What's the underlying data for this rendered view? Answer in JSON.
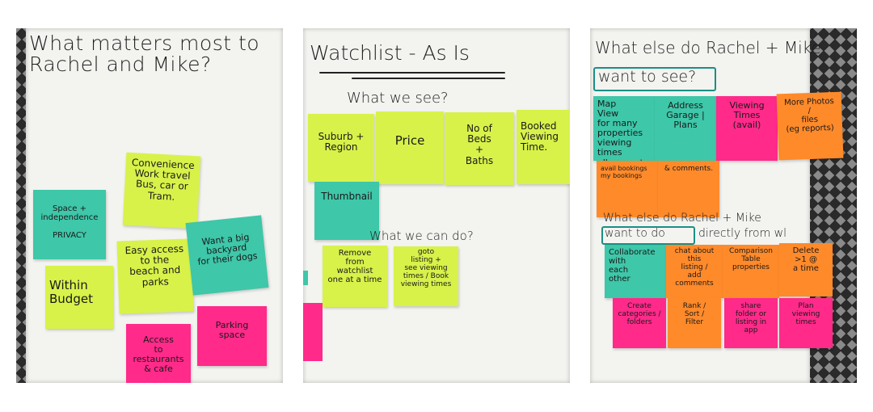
{
  "colors": {
    "teal": "#3ec7a9",
    "yellow": "#d8f24a",
    "pink": "#ff2a8a",
    "orange": "#ff8a2a",
    "paper": "#f3f3f0"
  },
  "panel1": {
    "title": "What matters most to\nRachel and Mike?",
    "notes": {
      "space": "Space +\nindependence\n\nPRIVACY",
      "convenience": "Convenience\nWork travel\nBus, car or\nTram.",
      "budget": "Within\nBudget",
      "beach": "Easy access\nto the\nbeach and\nparks",
      "backyard": "Want a big\nbackyard\nfor their dogs",
      "restaurants": "Access\nto restaurants\n& cafe",
      "parking": "Parking\nspace"
    }
  },
  "panel2": {
    "title": "Watchlist - As Is",
    "subtitle_see": "What we see?",
    "subtitle_do": "What we can do?",
    "notes": {
      "suburb": "Suburb +\nRegion",
      "price": "Price",
      "beds": "No of\nBeds\n+\nBaths",
      "booked": "Booked\nViewing\nTime.",
      "thumbnail": "Thumbnail",
      "remove": "Remove\nfrom\nwatchlist\none at a time",
      "goto": "goto\nlisting +\nsee viewing\ntimes / Book\nviewing times"
    }
  },
  "panel3": {
    "title_a": "What else do Rachel + Mike",
    "title_b": "want to see?",
    "title2_a": "What else do Rachel + Mike",
    "title2_b": "want to do",
    "title2_c": "directly from wl",
    "notes": {
      "map": "Map\nView\nfor many\nproperties\nviewing times\nall property",
      "address": "Address\nGarage | Plans",
      "viewing": "Viewing\nTimes\n(avail)",
      "photos": "More Photos\n/\nfiles\n(eg reports)",
      "bookings": "avail bookings\nmy bookings",
      "comments": "& comments.",
      "collab": "Collaborate\nwith\neach\nother",
      "chat": "chat about\nthis\nlisting /\nadd comments",
      "compare": "Comparison\nTable\nproperties",
      "delete": "Delete\n>1 @\na time",
      "category": "Create\ncategories /\nfolders",
      "rank": "Rank /\nSort /\nFilter",
      "share": "share\nfolder or\nlisting in\napp",
      "plan": "Plan\nviewing\ntimes"
    }
  }
}
